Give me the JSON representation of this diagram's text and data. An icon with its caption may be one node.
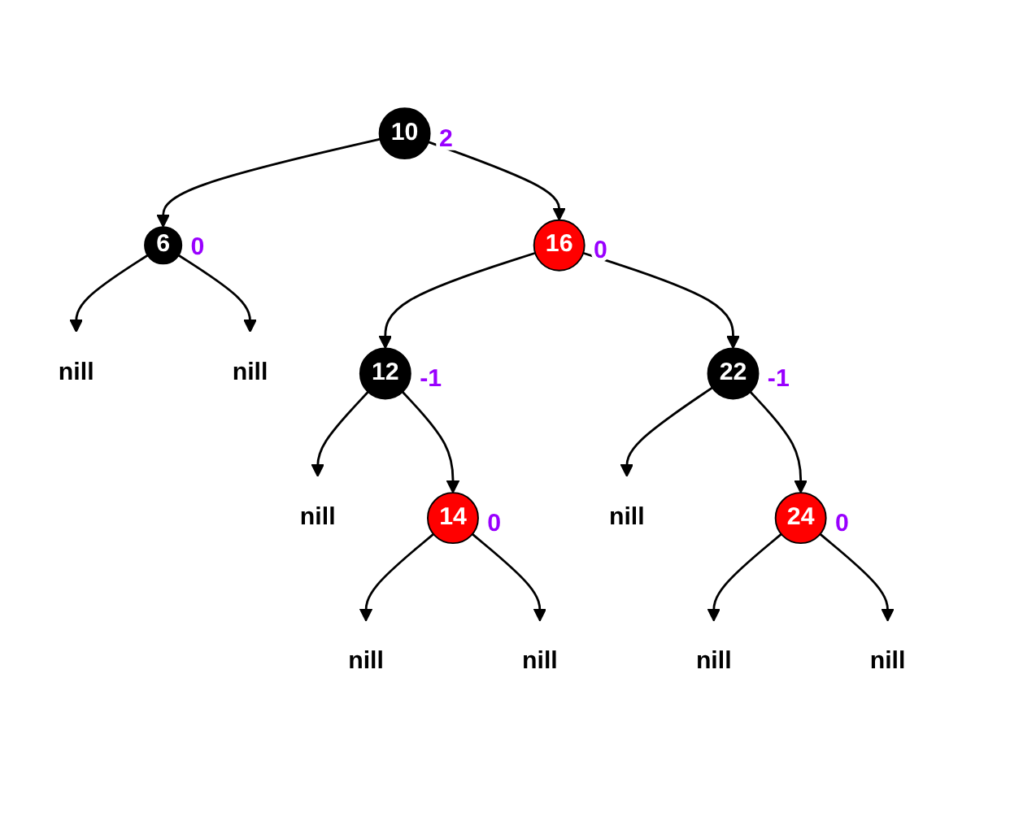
{
  "diagram": {
    "nodes": [
      {
        "text": [
          "10"
        ],
        "beside": [
          "2"
        ]
      },
      {
        "text": [
          "6"
        ],
        "beside": [
          "0"
        ]
      },
      {
        "text": [
          "16"
        ],
        "beside": [
          "0"
        ]
      },
      {
        "text": [
          "nill"
        ]
      },
      {
        "text": [
          "nill"
        ]
      },
      {
        "text": [
          "12"
        ],
        "beside": [
          "-1"
        ]
      },
      {
        "text": [
          "22"
        ],
        "beside": [
          "-1"
        ]
      },
      {
        "text": [
          "nill"
        ]
      },
      {
        "text": [
          "14"
        ],
        "beside": [
          "0"
        ]
      },
      {
        "text": [
          "nill"
        ]
      },
      {
        "text": [
          "24"
        ],
        "beside": [
          "0"
        ]
      },
      {
        "text": [
          "nill"
        ]
      },
      {
        "text": [
          "nill"
        ]
      },
      {
        "text": [
          "nill"
        ]
      },
      {
        "text": [
          "nill"
        ]
      }
    ],
    "edges": [
      {
        "from": 0,
        "to": 1,
        "arrow": "to"
      },
      {
        "from": 0,
        "to": 2,
        "arrow": "to"
      },
      {
        "from": 1,
        "to": 3,
        "arrow": "to"
      },
      {
        "from": 1,
        "to": 4,
        "arrow": "to"
      },
      {
        "from": 2,
        "to": 5,
        "arrow": "to"
      },
      {
        "from": 2,
        "to": 6,
        "arrow": "to"
      },
      {
        "from": 5,
        "to": 7,
        "arrow": "to"
      },
      {
        "from": 5,
        "to": 8,
        "arrow": "to"
      },
      {
        "from": 6,
        "to": 9,
        "arrow": "to"
      },
      {
        "from": 6,
        "to": 10,
        "arrow": "to"
      },
      {
        "from": 8,
        "to": 11,
        "arrow": "to"
      },
      {
        "from": 8,
        "to": 12,
        "arrow": "to"
      },
      {
        "from": 10,
        "to": 13,
        "arrow": "to"
      },
      {
        "from": 10,
        "to": 14,
        "arrow": "to"
      }
    ]
  }
}
